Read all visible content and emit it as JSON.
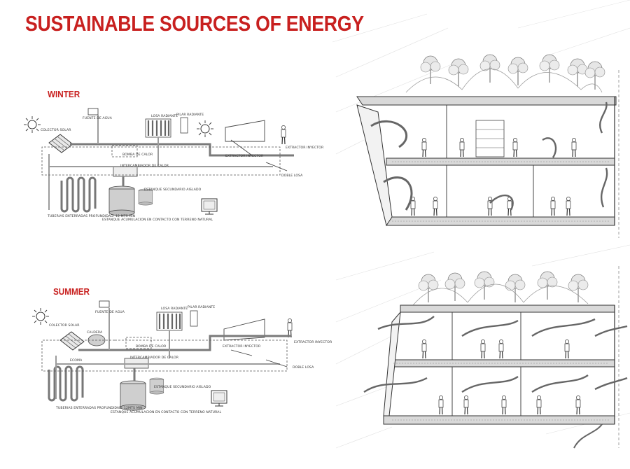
{
  "title": "SUSTAINABLE SOURCES OF ENERGY",
  "colors": {
    "accent": "#c8201f",
    "ink": "#444444",
    "pipe": "#7a7a7a"
  },
  "winter": {
    "heading": "WINTER",
    "labels": {
      "solar_collector": "COLECTOR SOLAR",
      "water_source": "FUENTE DE AGUA",
      "radiant_slab": "LOSA RADIANTE",
      "radiator": "PILAR RADIANTE",
      "heat_pump": "BOMBA DE CALOR",
      "heat_exchanger": "INTERCAMBIADOR DE CALOR",
      "extractor_injector": "EXTRACTOR INYECTOR",
      "extractor_injector_2": "EXTRACTOR INYECTOR",
      "double_slab": "DOBLE LOSA",
      "secondary_tank": "ESTANQUE SECUNDARIO AISLADO",
      "storage_tank": "ESTANQUE ACUMULACION EN CONTACTO CON TERRENO NATURAL",
      "buried_pipes": "TUBERIAS ENTERRADAS PROFUNDIDAD: 12 MTS MIN"
    }
  },
  "summer": {
    "heading": "SUMMER",
    "labels": {
      "solar_collector": "COLECTOR SOLAR",
      "water_source": "FUENTE DE AGUA",
      "radiant_slab": "LOSA RADIANTE",
      "radiator": "PILAR RADIANTE",
      "boiler": "CALDERA",
      "ecoma": "ECOMA",
      "heat_pump": "BOMBA DE CALOR",
      "heat_exchanger": "INTERCAMBIADOR DE CALOR",
      "extractor_injector": "EXTRACTOR INYECTOR",
      "extractor_injector_2": "EXTRACTOR INYECTOR",
      "double_slab": "DOBLE LOSA",
      "secondary_tank": "ESTANQUE SECUNDARIO AISLADO",
      "storage_tank": "ESTANQUE ACUMULACION EN CONTACTO CON TERRENO NATURAL",
      "buried_pipes": "TUBERIAS ENTERRADAS PROFUNDIDAD: 12MTS MIN"
    }
  }
}
